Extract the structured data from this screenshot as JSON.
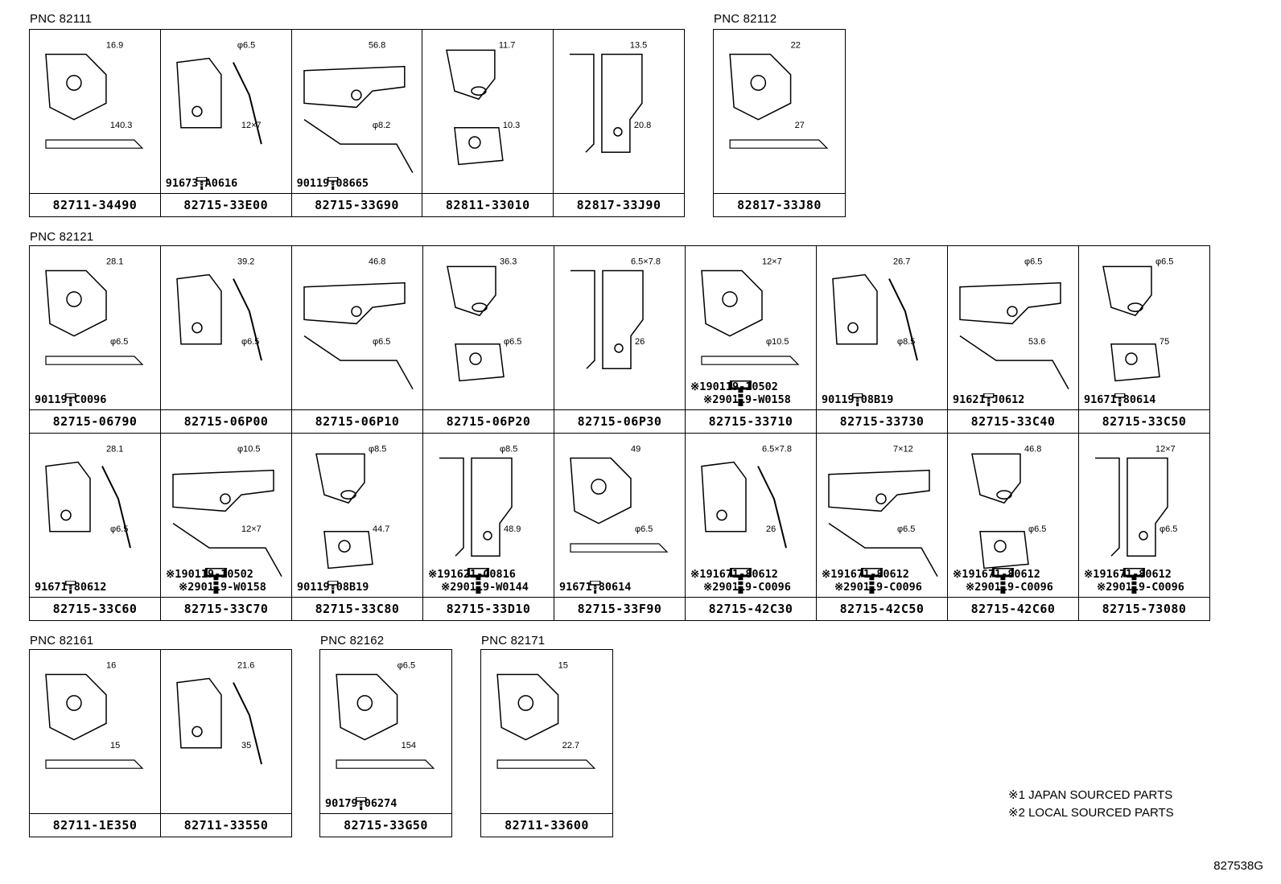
{
  "groups": {
    "g82111": {
      "pnc": "PNC 82111",
      "parts": [
        {
          "pn": "82711-34490",
          "hw": [],
          "dims": [
            "16.9",
            "140.3"
          ]
        },
        {
          "pn": "82715-33E00",
          "hw": [
            "91673-A0616"
          ],
          "dims": [
            "φ6.5",
            "12×7"
          ]
        },
        {
          "pn": "82715-33G90",
          "hw": [
            "90119-08665"
          ],
          "dims": [
            "56.8",
            "φ8.2"
          ]
        },
        {
          "pn": "82811-33010",
          "hw": [],
          "dims": [
            "11.7",
            "10.3"
          ]
        },
        {
          "pn": "82817-33J90",
          "hw": [],
          "dims": [
            "13.5",
            "20.8"
          ]
        }
      ]
    },
    "g82112": {
      "pnc": "PNC 82112",
      "parts": [
        {
          "pn": "82817-33J80",
          "hw": [],
          "dims": [
            "22",
            "27"
          ]
        }
      ]
    },
    "g82121": {
      "pnc": "PNC 82121",
      "rows": [
        [
          {
            "pn": "82715-06790",
            "hw": [
              "90119-C0096"
            ],
            "dims": [
              "28.1",
              "φ6.5"
            ]
          },
          {
            "pn": "82715-06P00",
            "hw": [],
            "dims": [
              "39.2",
              "φ6.5"
            ]
          },
          {
            "pn": "82715-06P10",
            "hw": [],
            "dims": [
              "46.8",
              "φ6.5"
            ]
          },
          {
            "pn": "82715-06P20",
            "hw": [],
            "dims": [
              "36.3",
              "φ6.5"
            ]
          },
          {
            "pn": "82715-06P30",
            "hw": [],
            "dims": [
              "6.5×7.8",
              "26"
            ]
          },
          {
            "pn": "82715-33710",
            "hw": [
              "※190119-10502",
              "※290119-W0158"
            ],
            "dims": [
              "12×7",
              "φ10.5"
            ]
          },
          {
            "pn": "82715-33730",
            "hw": [
              "90119-08B19"
            ],
            "dims": [
              "26.7",
              "φ8.5"
            ]
          },
          {
            "pn": "82715-33C40",
            "hw": [
              "91621-J0612"
            ],
            "dims": [
              "φ6.5",
              "53.6"
            ]
          },
          {
            "pn": "82715-33C50",
            "hw": [
              "91671-80614"
            ],
            "dims": [
              "φ6.5",
              "75"
            ]
          }
        ],
        [
          {
            "pn": "82715-33C60",
            "hw": [
              "91671-80612"
            ],
            "dims": [
              "28.1",
              "φ6.5"
            ]
          },
          {
            "pn": "82715-33C70",
            "hw": [
              "※190119-10502",
              "※290119-W0158"
            ],
            "dims": [
              "φ10.5",
              "12×7"
            ]
          },
          {
            "pn": "82715-33C80",
            "hw": [
              "90119-08B19"
            ],
            "dims": [
              "φ8.5",
              "44.7"
            ]
          },
          {
            "pn": "82715-33D10",
            "hw": [
              "※191621-G0816",
              "※290119-W0144"
            ],
            "dims": [
              "φ8.5",
              "48.9"
            ]
          },
          {
            "pn": "82715-33F90",
            "hw": [
              "91671-80614"
            ],
            "dims": [
              "49",
              "φ6.5"
            ]
          },
          {
            "pn": "82715-42C30",
            "hw": [
              "※191671-80612",
              "※290119-C0096"
            ],
            "dims": [
              "6.5×7.8",
              "26"
            ]
          },
          {
            "pn": "82715-42C50",
            "hw": [
              "※191671-80612",
              "※290119-C0096"
            ],
            "dims": [
              "7×12",
              "φ6.5"
            ]
          },
          {
            "pn": "82715-42C60",
            "hw": [
              "※191671-80612",
              "※290119-C0096"
            ],
            "dims": [
              "46.8",
              "φ6.5"
            ]
          },
          {
            "pn": "82715-73080",
            "hw": [
              "※191671-80612",
              "※290119-C0096"
            ],
            "dims": [
              "12×7",
              "φ6.5"
            ]
          }
        ]
      ]
    },
    "g82161": {
      "pnc": "PNC 82161",
      "parts": [
        {
          "pn": "82711-1E350",
          "hw": [],
          "dims": [
            "16",
            "15"
          ]
        },
        {
          "pn": "82711-33550",
          "hw": [],
          "dims": [
            "21.6",
            "35"
          ]
        }
      ]
    },
    "g82162": {
      "pnc": "PNC 82162",
      "parts": [
        {
          "pn": "82715-33G50",
          "hw": [
            "90179-06274"
          ],
          "dims": [
            "φ6.5",
            "154"
          ]
        }
      ]
    },
    "g82171": {
      "pnc": "PNC 82171",
      "parts": [
        {
          "pn": "82711-33600",
          "hw": [],
          "dims": [
            "15",
            "22.7"
          ]
        }
      ]
    }
  },
  "legend": [
    "※1 JAPAN SOURCED PARTS",
    "※2 LOCAL SOURCED PARTS"
  ],
  "diagram_code": "827538G"
}
